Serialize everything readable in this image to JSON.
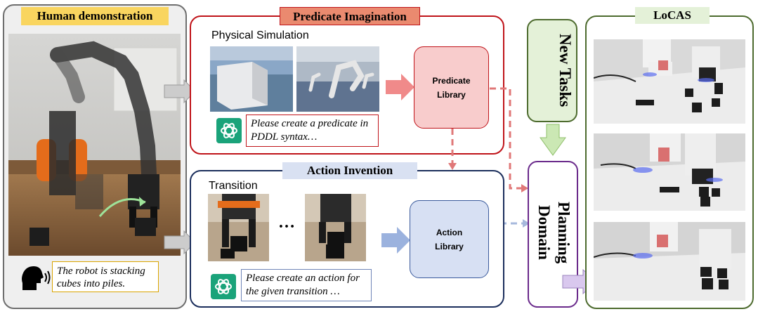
{
  "human_panel": {
    "title": "Human demonstration",
    "speech": "The robot is stacking cubes into piles."
  },
  "predicate_panel": {
    "title": "Predicate Imagination",
    "sim_label": "Physical Simulation",
    "library_label": "Predicate Library",
    "prompt": "Please create a predicate in PDDL syntax…"
  },
  "action_panel": {
    "title": "Action Invention",
    "transition_label": "Transition",
    "ellipsis": "…",
    "library_label": "Action Library",
    "prompt": "Please create an action for the given transition …"
  },
  "new_tasks": "New Tasks",
  "planning_domain": "Planning Domain",
  "locas_panel": {
    "title": "LoCAS"
  },
  "colors": {
    "human_tab": "#f9d55f",
    "predicate_border": "#c0141a",
    "predicate_tab": "#ea8a6f",
    "predicate_library_fill": "#f8cccc",
    "action_border": "#1b2e5c",
    "action_tab": "#d9e1f2",
    "action_library_fill": "#d7e0f3",
    "new_tasks_border": "#4d6b2e",
    "new_tasks_fill": "#e4f1d8",
    "planning_border": "#6a2a8b",
    "locas_border": "#4d6b2e",
    "locas_tab": "#e4f1d8",
    "chatgpt_green": "#1aa37a"
  }
}
